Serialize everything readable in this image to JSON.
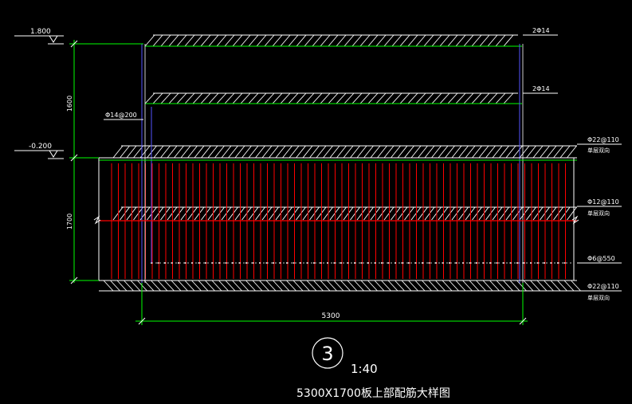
{
  "levels": {
    "top": "1.800",
    "mid": "-0.200"
  },
  "dimensions": {
    "upper_height": "1600",
    "lower_height": "1700",
    "width": "5300"
  },
  "rebar_labels": {
    "top_bar": "2Φ14",
    "second_bar": "2Φ14",
    "stirrup": "Φ14@200",
    "slab_top": "Φ22@110",
    "slab_top_note": "单层双向",
    "slab_mid": "Φ12@110",
    "slab_mid_note": "单层双向",
    "tie": "Φ6@550",
    "slab_bottom": "Φ22@110",
    "slab_bottom_note": "单层双向"
  },
  "detail": {
    "number": "3",
    "scale": "1:40",
    "title": "5300X1700板上部配筋大样图"
  },
  "colors": {
    "background": "#000000",
    "line": "#ffffff",
    "dimension": "#00ff00",
    "rebar": "#ff0000",
    "column": "#5555ff"
  }
}
